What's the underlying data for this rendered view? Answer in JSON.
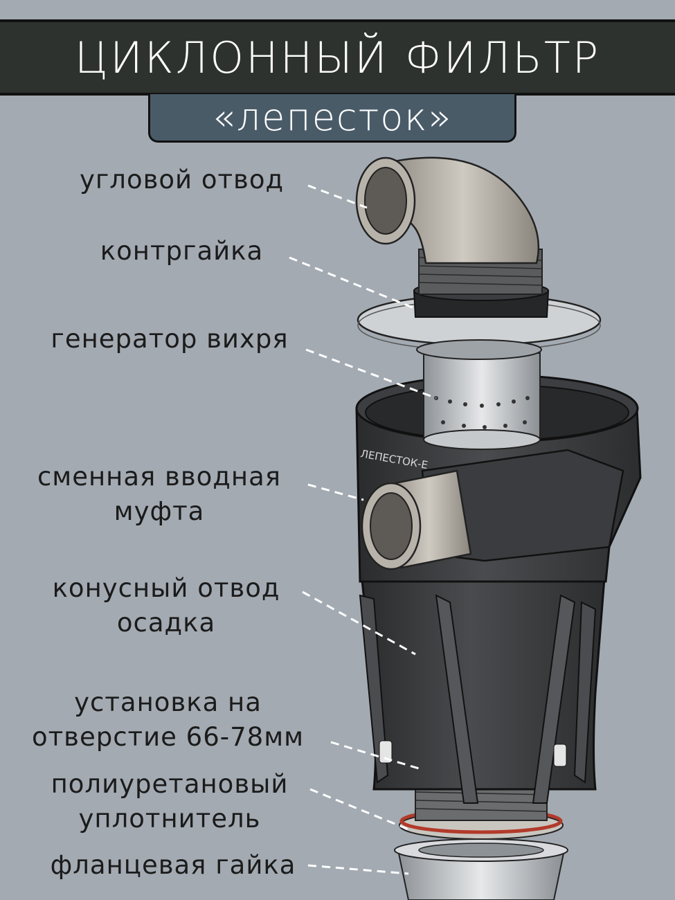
{
  "header": {
    "title": "ЦИКЛОННЫЙ ФИЛЬТР",
    "subtitle": "«лепесток»"
  },
  "product": {
    "body_marking": "ЛЕПЕСТОК-Е"
  },
  "labels": [
    {
      "id": "elbow",
      "lines": [
        "угловой отвод"
      ]
    },
    {
      "id": "locknut",
      "lines": [
        "контргайка"
      ]
    },
    {
      "id": "vortex",
      "lines": [
        "генератор вихря"
      ]
    },
    {
      "id": "inlet",
      "lines": [
        "сменная вводная",
        "муфта"
      ]
    },
    {
      "id": "cone",
      "lines": [
        "конусный отвод",
        "осадка"
      ]
    },
    {
      "id": "mount",
      "lines": [
        "установка на",
        "отверстие 66-78мм"
      ]
    },
    {
      "id": "seal",
      "lines": [
        "полиуретановый",
        "уплотнитель"
      ]
    },
    {
      "id": "flange",
      "lines": [
        "фланцевая гайка"
      ]
    }
  ],
  "colors": {
    "background": "#a3aab2",
    "title_bar": "#2e322f",
    "subtitle_box": "#4a5b68",
    "body_dark": "#3a3b3d",
    "fitting": "#b8b3aa",
    "seal": "#b23a2a"
  }
}
